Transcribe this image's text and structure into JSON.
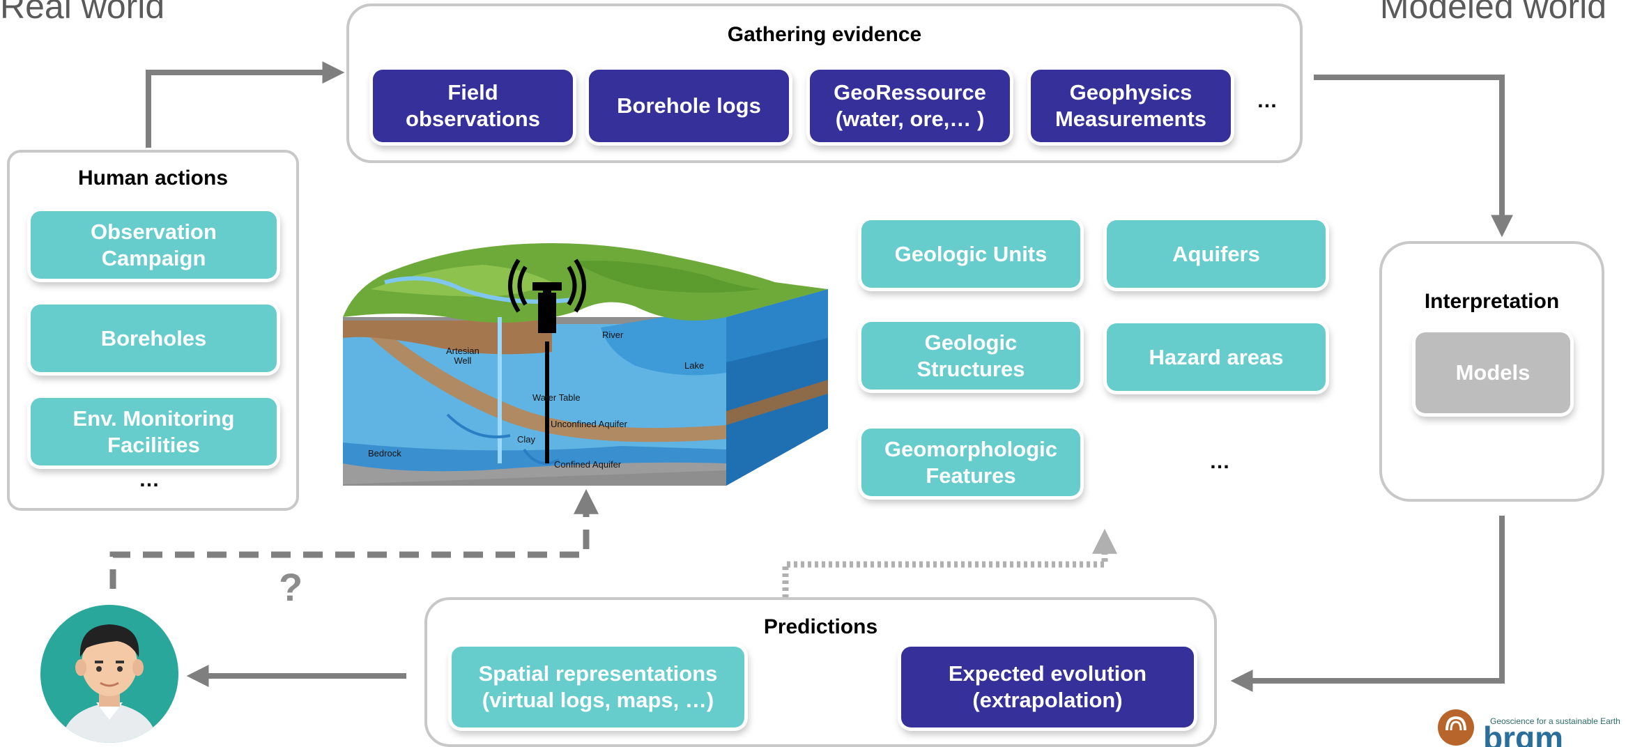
{
  "corners": {
    "left": "Real world",
    "right": "Modeled world"
  },
  "gathering": {
    "title": "Gathering evidence",
    "items": [
      "Field\nobservations",
      "Borehole logs",
      "GeoRessource\n(water, ore,… )",
      "Geophysics\nMeasurements"
    ],
    "more": "…"
  },
  "human": {
    "title": "Human actions",
    "items": [
      "Observation\nCampaign",
      "Boreholes",
      "Env. Monitoring\nFacilities"
    ],
    "more": "…"
  },
  "interpretation": {
    "title": "Interpretation",
    "models": "Models"
  },
  "features": {
    "items": [
      "Geologic Units",
      "Aquifers",
      "Geologic\nStructures",
      "Hazard areas",
      "Geomorphologic\nFeatures"
    ],
    "more": "…"
  },
  "predictions": {
    "title": "Predictions",
    "spatial": "Spatial representations\n(virtual logs, maps, …)",
    "evolution": "Expected evolution\n(extrapolation)"
  },
  "question_mark": "?",
  "block_diagram": {
    "labels": {
      "artesian": "Artesian\nWell",
      "river": "River",
      "lake": "Lake",
      "water_table": "Water Table",
      "unconfined": "Unconfined Aquifer",
      "clay": "Clay",
      "confined": "Confined Aquifer",
      "bedrock": "Bedrock"
    }
  },
  "logo": {
    "tagline": "Geoscience for a sustainable Earth",
    "name": "brgm"
  },
  "colors": {
    "dark": "#36309b",
    "teal": "#66cdcc",
    "grey": "#bdbdbd",
    "arrow": "#7f7f7f"
  }
}
